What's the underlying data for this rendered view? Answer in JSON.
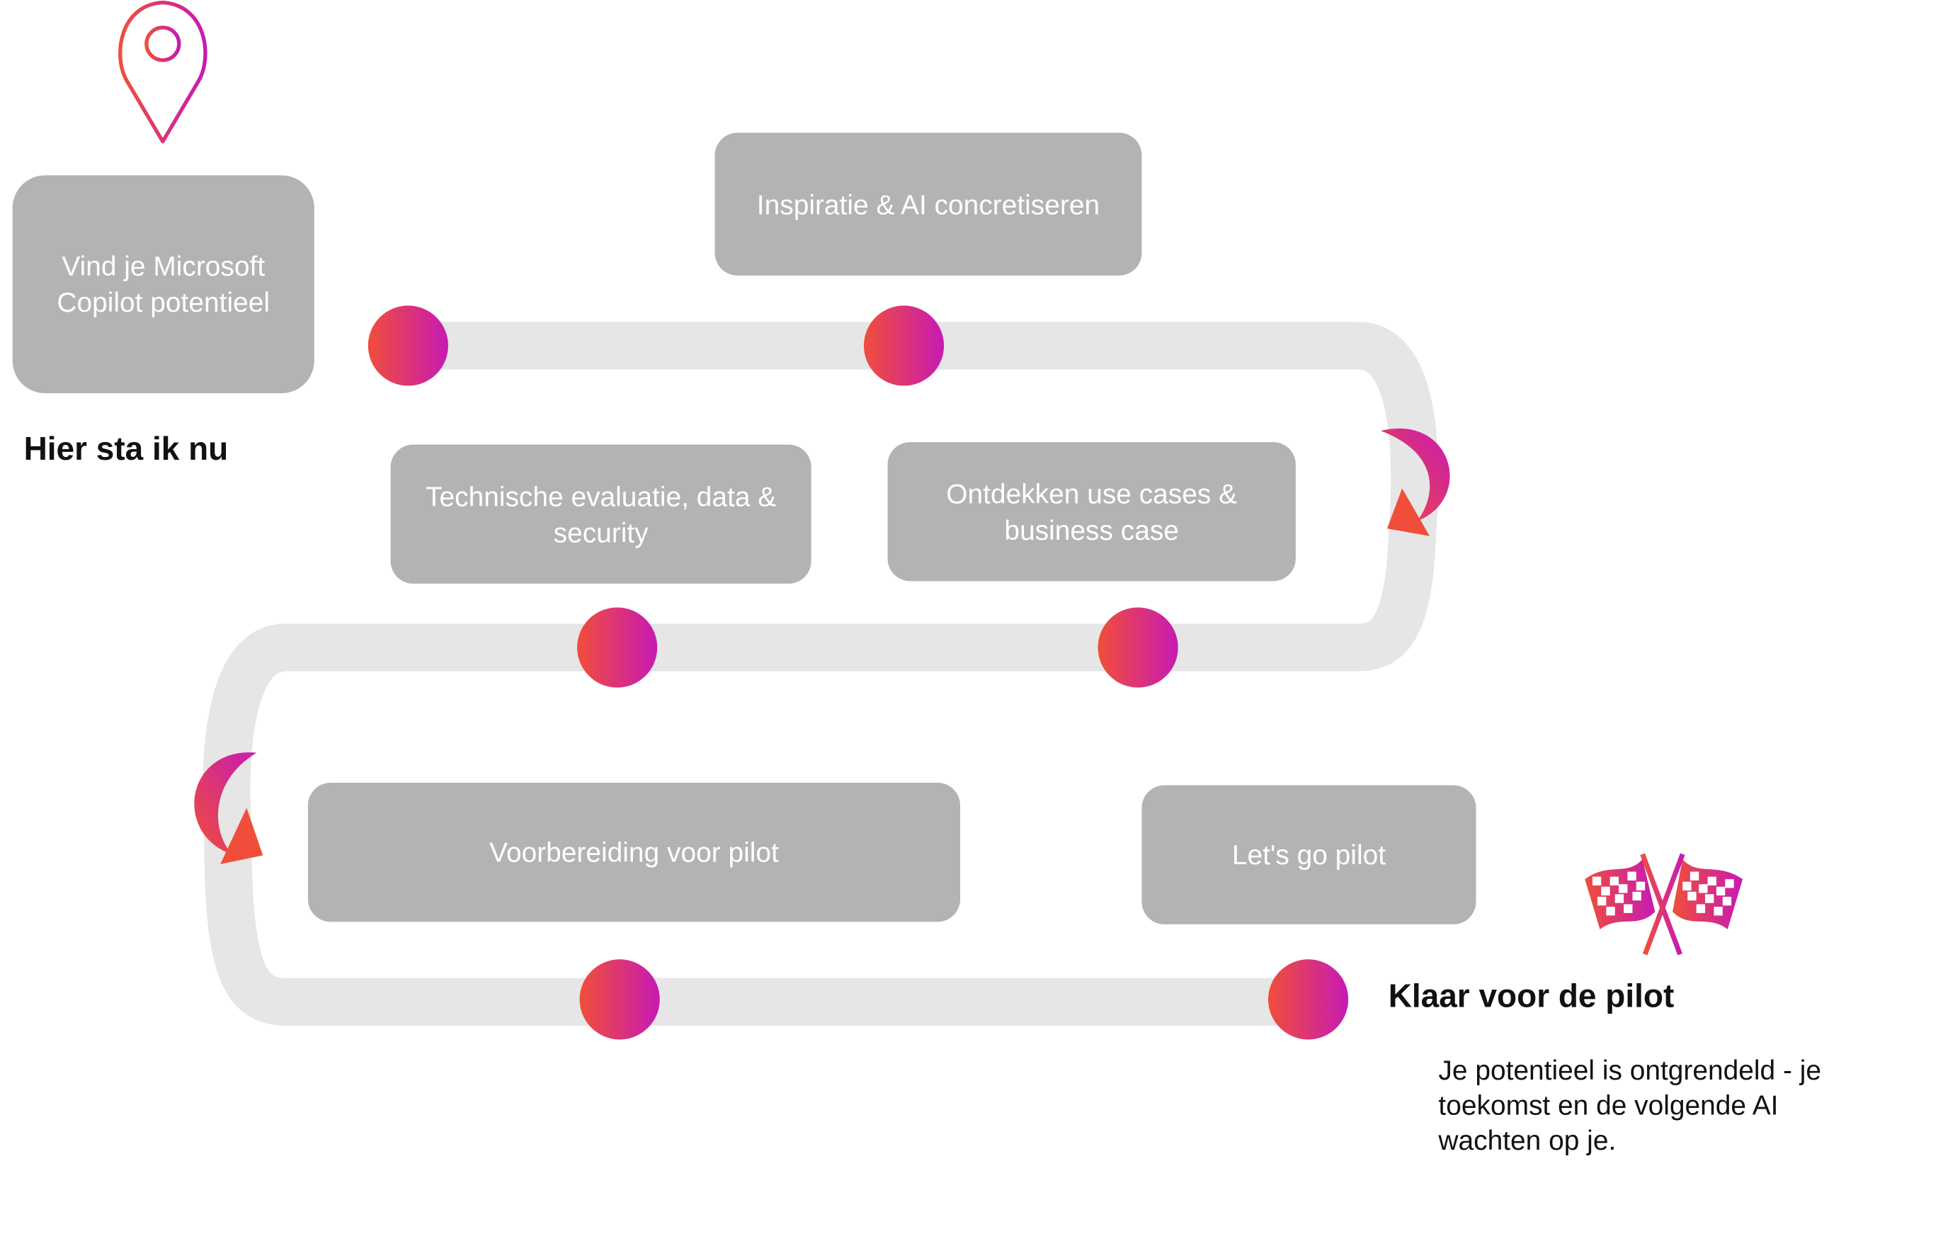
{
  "colors": {
    "path": "#e6e6e6",
    "box": "#b3b3b3",
    "box_text": "#ffffff",
    "gradient_start": "#f04e3a",
    "gradient_end": "#c71ab4"
  },
  "icons": {
    "start": "map-pin-icon",
    "finish": "checkered-flags-icon",
    "turn": "curved-arrow-icon"
  },
  "steps": [
    {
      "label": "Vind je Microsoft Copilot potentieel"
    },
    {
      "label": "Inspiratie & AI concretiseren"
    },
    {
      "label": "Ontdekken use cases & business case"
    },
    {
      "label": "Technische evaluatie, data & security"
    },
    {
      "label": "Voorbereiding voor pilot"
    },
    {
      "label": "Let's go pilot"
    }
  ],
  "start_label": "Hier sta ik nu",
  "finish_label": "Klaar voor de pilot",
  "finish_note": "Je potentieel is ontgrendeld - je toekomst en de volgende AI wachten op je."
}
